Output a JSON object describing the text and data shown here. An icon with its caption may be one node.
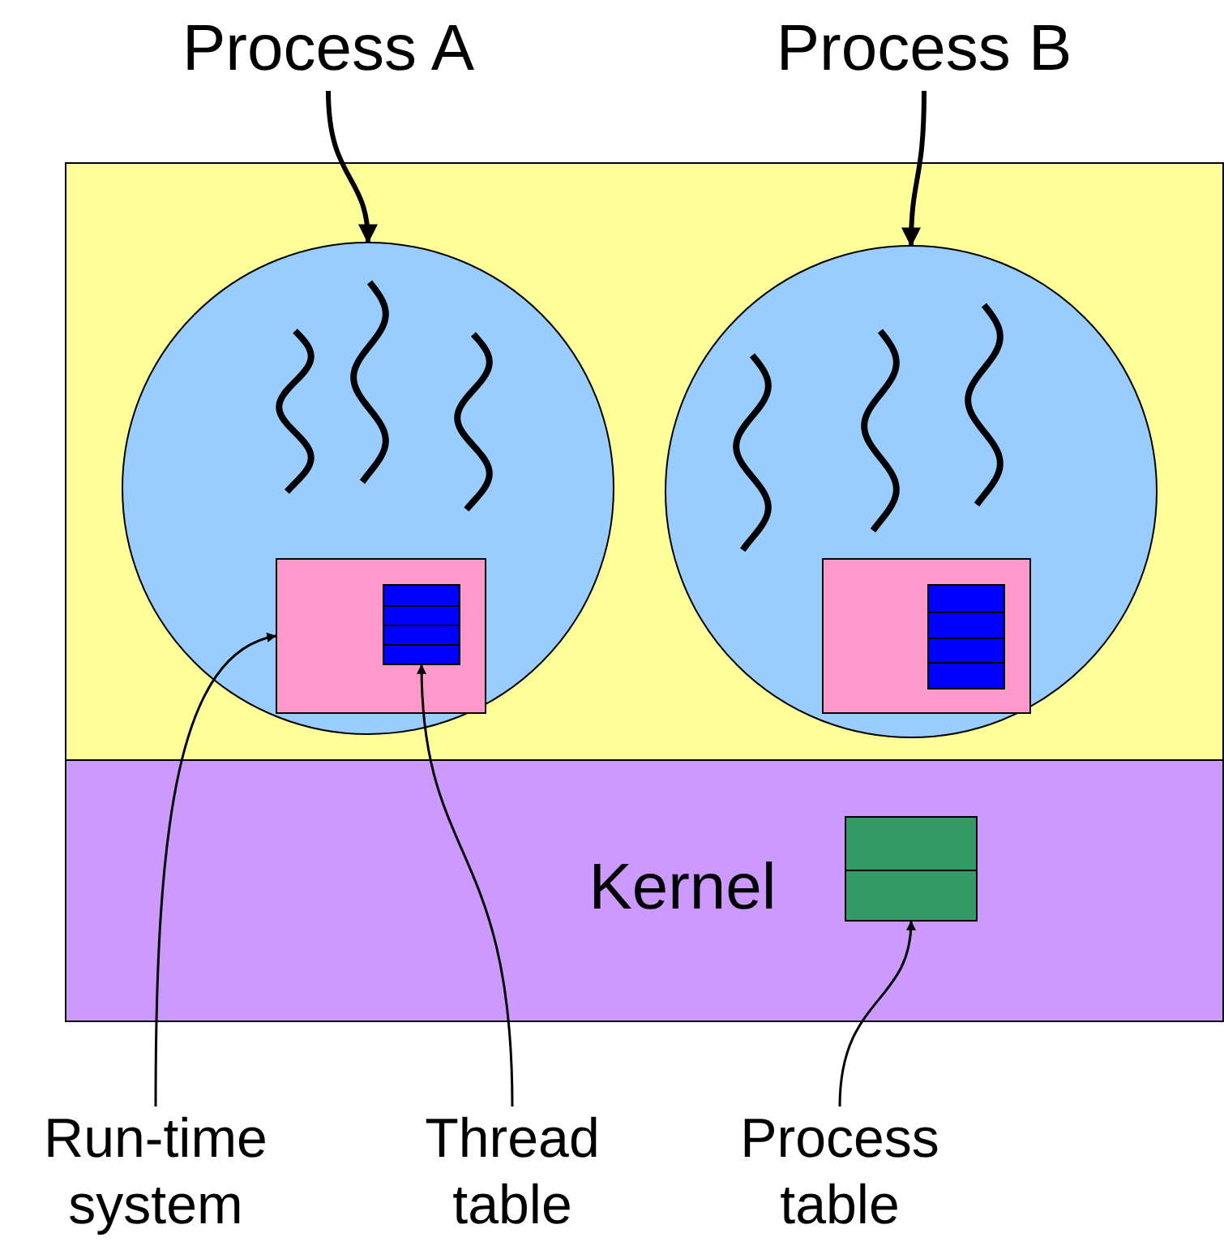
{
  "diagram": {
    "nodes": [
      {
        "text": [
          "Process A"
        ]
      },
      {
        "text": [
          "Process B"
        ]
      },
      {
        "text": [],
        "shape": "box"
      },
      {
        "text": [],
        "shape": "circle",
        "in": 2
      },
      {
        "text": [],
        "shape": "circle",
        "in": 2
      },
      {
        "text": [],
        "shape": "box",
        "in": 3
      },
      {
        "text": [],
        "shape": "box",
        "in": 5
      },
      {
        "text": [],
        "shape": "box",
        "in": 4
      },
      {
        "text": [],
        "shape": "box",
        "in": 7
      },
      {
        "text": [
          "Kernel"
        ]
      },
      {
        "text": [],
        "shape": "box",
        "in": 9
      },
      {
        "text": [
          "Run-time system"
        ]
      },
      {
        "text": [
          "Thread table"
        ]
      },
      {
        "text": [
          "Process table"
        ]
      }
    ],
    "edges": [
      {
        "from": 0,
        "to": 3,
        "arrow": "to",
        "style": "thick"
      },
      {
        "from": 1,
        "to": 4,
        "arrow": "to",
        "style": "thick"
      },
      {
        "from": 11,
        "to": 5,
        "arrow": "to"
      },
      {
        "from": 12,
        "to": 6,
        "arrow": "to"
      },
      {
        "from": 13,
        "to": 10,
        "arrow": "to"
      }
    ]
  }
}
